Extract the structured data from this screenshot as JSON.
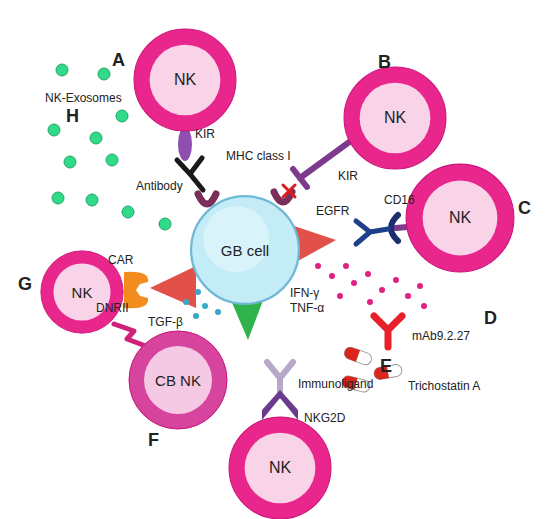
{
  "diagram": {
    "nodes": [
      {
        "text": [
          "NK"
        ]
      },
      {
        "text": [
          "NK"
        ]
      },
      {
        "text": [
          "GB cell"
        ]
      },
      {
        "text": [
          "NK"
        ]
      },
      {
        "text": [
          "NK"
        ]
      },
      {
        "text": [
          "CB NK"
        ]
      },
      {
        "text": [
          "NK"
        ]
      }
    ],
    "labels": [
      "A",
      "NK-Exosomes",
      "H",
      "KIR",
      "B",
      "MHC class I",
      "Antibody",
      "KIR",
      "EGFR",
      "CD16",
      "C",
      "CAR",
      "G",
      "DNRII",
      "IFN-γ",
      "TNF-α",
      "TGF-β",
      "mAb9.2.27",
      "D",
      "E",
      "Immunoligand",
      "Trichostatin A",
      "NKG2D",
      "F"
    ]
  }
}
